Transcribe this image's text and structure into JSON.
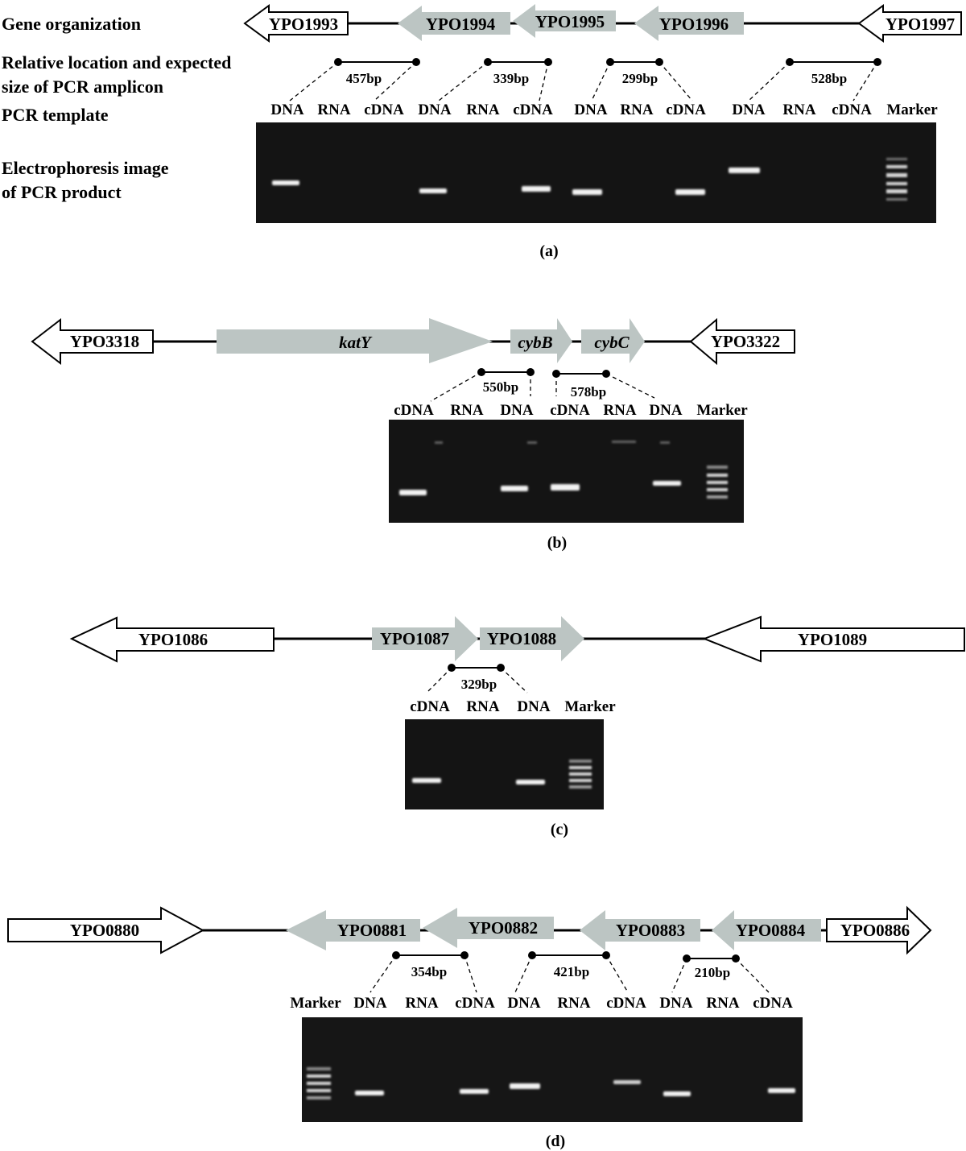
{
  "panel_a": {
    "row_labels": {
      "gene_org": "Gene organization",
      "rel_loc_1": "Relative location and expected",
      "rel_loc_2": "size of PCR amplicon",
      "template": "PCR template",
      "electro_1": "Electrophoresis image",
      "electro_2": "of PCR product"
    },
    "genes": [
      "YPO1993",
      "YPO1994",
      "YPO1995",
      "YPO1996",
      "YPO1997"
    ],
    "amplicons": [
      "457bp",
      "339bp",
      "299bp",
      "528bp"
    ],
    "lanes": [
      "DNA",
      "RNA",
      "cDNA",
      "DNA",
      "RNA",
      "cDNA",
      "DNA",
      "RNA",
      "cDNA",
      "DNA",
      "RNA",
      "cDNA",
      "Marker"
    ],
    "caption": "(a)"
  },
  "panel_b": {
    "genes": [
      "YPO3318",
      "katY",
      "cybB",
      "cybC",
      "YPO3322"
    ],
    "amplicons": [
      "550bp",
      "578bp"
    ],
    "lanes": [
      "cDNA",
      "RNA",
      "DNA",
      "cDNA",
      "RNA",
      "DNA",
      "Marker"
    ],
    "caption": "(b)"
  },
  "panel_c": {
    "genes": [
      "YPO1086",
      "YPO1087",
      "YPO1088",
      "YPO1089"
    ],
    "amplicons": [
      "329bp"
    ],
    "lanes": [
      "cDNA",
      "RNA",
      "DNA",
      "Marker"
    ],
    "caption": "(c)"
  },
  "panel_d": {
    "genes": [
      "YPO0880",
      "YPO0881",
      "YPO0882",
      "YPO0883",
      "YPO0884",
      "YPO0886"
    ],
    "amplicons": [
      "354bp",
      "421bp",
      "210bp"
    ],
    "lanes": [
      "Marker",
      "DNA",
      "RNA",
      "cDNA",
      "DNA",
      "RNA",
      "cDNA",
      "DNA",
      "RNA",
      "cDNA"
    ],
    "caption": "(d)"
  },
  "colors": {
    "gene_fill_gray": "#bcc5c3",
    "gene_fill_white": "#ffffff",
    "gel_background": "#141414",
    "band": "#f2f2f2"
  }
}
